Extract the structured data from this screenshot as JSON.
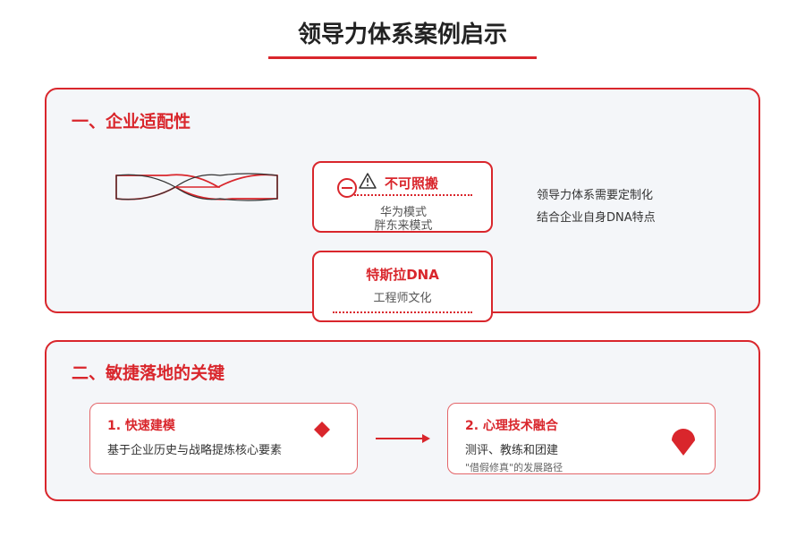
{
  "page": {
    "title": "领导力体系案例启示"
  },
  "section1": {
    "heading": "一、企业适配性",
    "card_no_copy": {
      "title": "不可照搬",
      "lines": [
        "华为模式",
        "胖东来模式"
      ]
    },
    "card_tesla": {
      "title": "特斯拉DNA",
      "line": "工程师文化"
    },
    "notes": [
      "领导力体系需要定制化",
      "结合企业自身DNA特点"
    ]
  },
  "section2": {
    "heading": "二、敏捷落地的关键",
    "step1": {
      "title": "1. 快速建模",
      "desc": "基于企业历史与战略提炼核心要素"
    },
    "step2": {
      "title": "2. 心理技术融合",
      "desc": "测评、教练和团建",
      "sub": "\"借假修真\"的发展路径"
    }
  },
  "colors": {
    "accent": "#d9262c",
    "panel": "#f4f6f9"
  },
  "icons": [
    "dna-strand-icon",
    "minus-circle-icon",
    "warning-icon",
    "diamond-icon",
    "map-pin-icon",
    "arrow-right-icon"
  ]
}
